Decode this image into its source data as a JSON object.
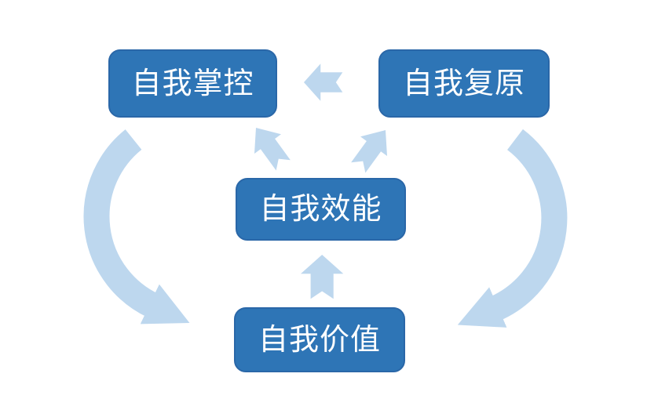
{
  "colors": {
    "node_fill": "#2E75B6",
    "node_border": "#2A67A8",
    "node_text": "#FFFFFF",
    "arrow_fill": "#BDD7EE"
  },
  "diagram": {
    "type": "cycle-diagram",
    "nodes": [
      {
        "id": "self-mastery",
        "label": "自我掌控"
      },
      {
        "id": "self-recovery",
        "label": "自我复原"
      },
      {
        "id": "self-efficacy",
        "label": "自我效能"
      },
      {
        "id": "self-worth",
        "label": "自我价值"
      }
    ],
    "edges": [
      {
        "from": "self-recovery",
        "to": "self-mastery",
        "style": "notched-block-arrow",
        "direction": "left"
      },
      {
        "from": "self-efficacy",
        "to": "self-mastery",
        "style": "notched-block-arrow",
        "direction": "up-left"
      },
      {
        "from": "self-efficacy",
        "to": "self-recovery",
        "style": "notched-block-arrow",
        "direction": "up-right"
      },
      {
        "from": "self-worth",
        "to": "self-efficacy",
        "style": "notched-block-arrow",
        "direction": "up"
      },
      {
        "from": "self-mastery",
        "to": "self-worth",
        "style": "curved-block-arrow",
        "direction": "clockwise-left-side"
      },
      {
        "from": "self-recovery",
        "to": "self-worth",
        "style": "curved-block-arrow",
        "direction": "counterclockwise-right-side"
      }
    ]
  }
}
